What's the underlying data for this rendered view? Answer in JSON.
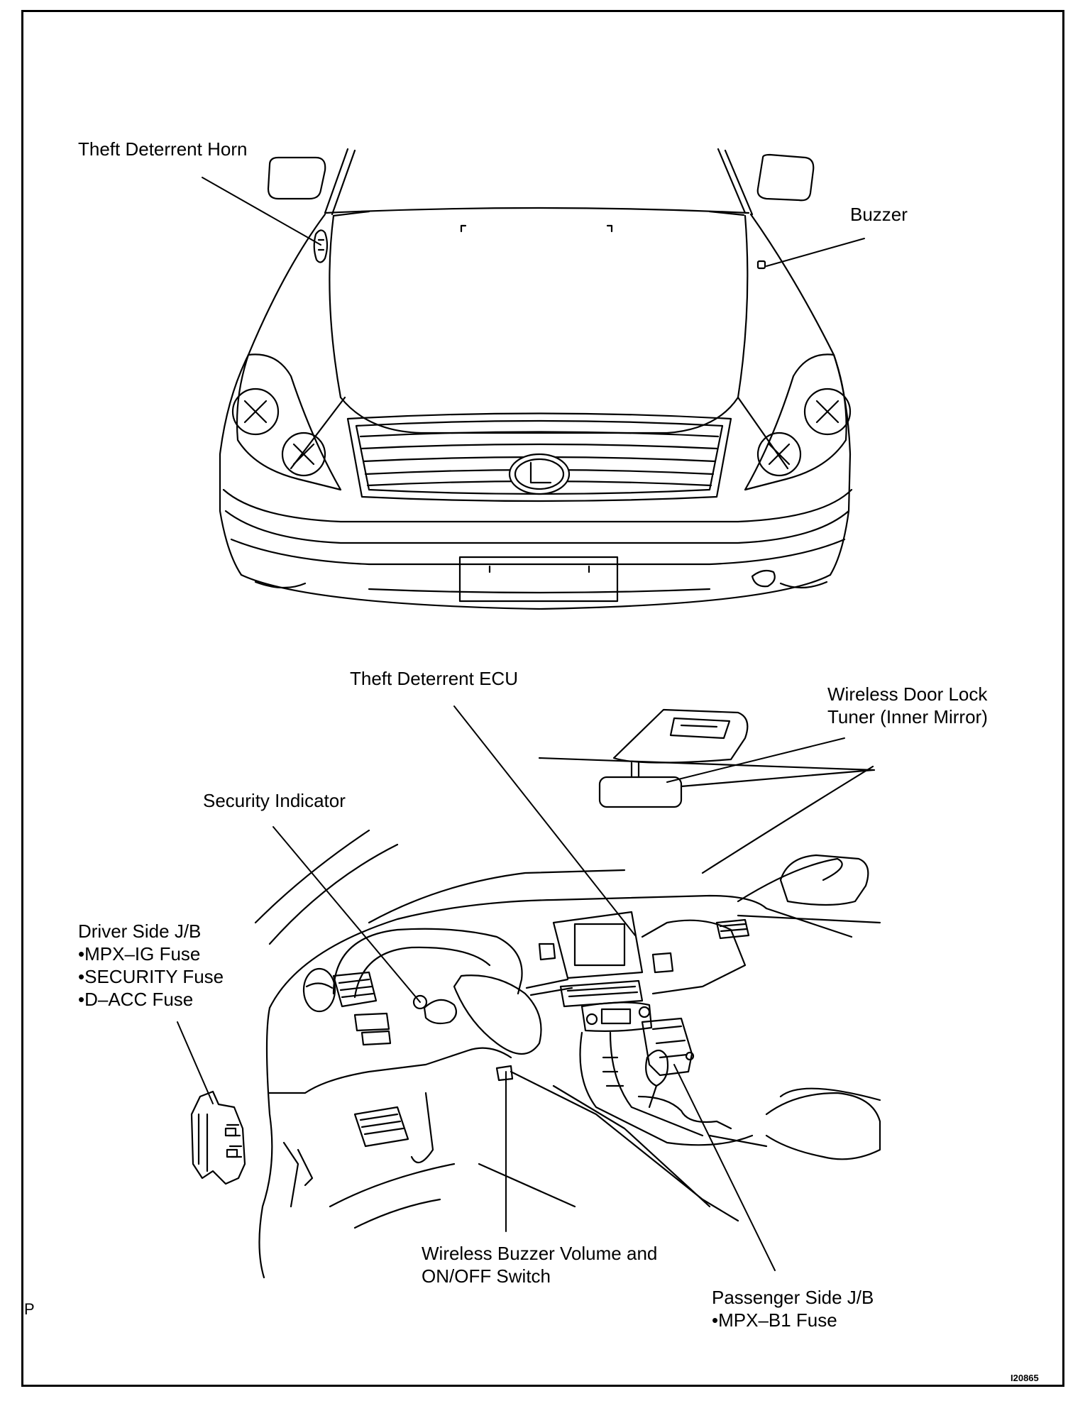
{
  "labels": {
    "theft_deterrent_horn": "Theft Deterrent Horn",
    "buzzer": "Buzzer",
    "theft_deterrent_ecu": "Theft Deterrent ECU",
    "wireless_door_lock_tuner": [
      "Wireless Door Lock",
      "Tuner (Inner Mirror)"
    ],
    "security_indicator": "Security Indicator",
    "driver_side_jb": [
      "Driver Side J/B",
      "•MPX–IG Fuse",
      "•SECURITY Fuse",
      "•D–ACC Fuse"
    ],
    "wireless_buzzer_switch": [
      "Wireless Buzzer Volume and",
      "ON/OFF Switch"
    ],
    "passenger_side_jb": [
      "Passenger Side J/B",
      "•MPX–B1 Fuse"
    ]
  },
  "figure_code": "I20865",
  "side_mark": "P"
}
